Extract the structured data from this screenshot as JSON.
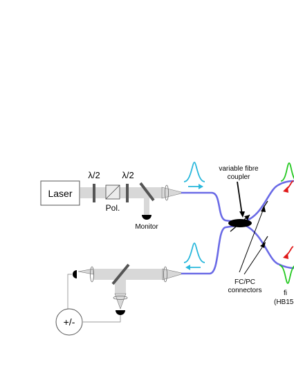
{
  "labels": {
    "laser": "Laser",
    "half_wave_1": "λ/2",
    "half_wave_2": "λ/2",
    "polarizer": "Pol.",
    "monitor": "Monitor",
    "coupler_line1": "variable fibre",
    "coupler_line2": "coupler",
    "connectors_line1": "FC/PC",
    "connectors_line2": "connectors",
    "fibre_partial_line1": "fi",
    "fibre_partial_line2": "(HB15",
    "sign_control": "+/-"
  },
  "colors": {
    "fibre": "#6a6ae6",
    "outgoing_pulse": "#2ab8dc",
    "returning_pulse_green": "#22c81e",
    "returning_pulse_red": "#e01818",
    "beam": "#d8d8d8",
    "optic": "#555555",
    "detector": "#000000"
  },
  "icons": {
    "polarizer": "beam-splitter-cube-icon",
    "detector": "photodiode-icon",
    "lens": "lens-icon",
    "mirror": "mirror-icon",
    "coupler": "fibre-coupler-icon"
  }
}
